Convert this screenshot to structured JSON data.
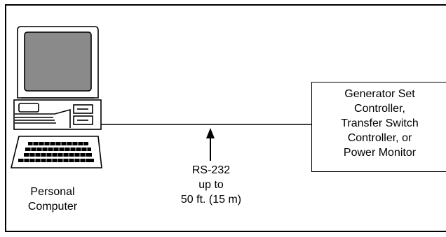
{
  "pc": {
    "label": "Personal\nComputer",
    "icon": "personal-computer-icon"
  },
  "link": {
    "label": "RS-232\nup to\n50 ft. (15 m)"
  },
  "device": {
    "label": "Generator Set\nController,\nTransfer Switch\nController, or\nPower Monitor"
  }
}
